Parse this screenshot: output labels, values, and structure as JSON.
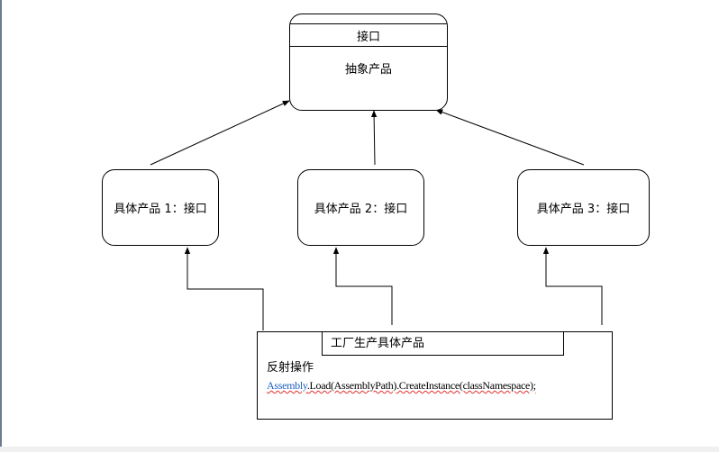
{
  "interface_box": {
    "title": "接口",
    "subtitle": "抽象产品"
  },
  "products": [
    {
      "label": "具体产品 1：接口"
    },
    {
      "label": "具体产品 2：接口"
    },
    {
      "label": "具体产品 3：接口"
    }
  ],
  "factory": {
    "title": "工厂生产具体产品",
    "subtitle": "反射操作",
    "code_part1": "Assembly",
    "code_part2": ".Load(AssemblyPath).CreateInstance(classNamespace);"
  },
  "colors": {
    "line": "#000000",
    "code_blue": "#1f5fbf",
    "squiggle": "#e03030",
    "frame_left": "#6b7a8c"
  }
}
